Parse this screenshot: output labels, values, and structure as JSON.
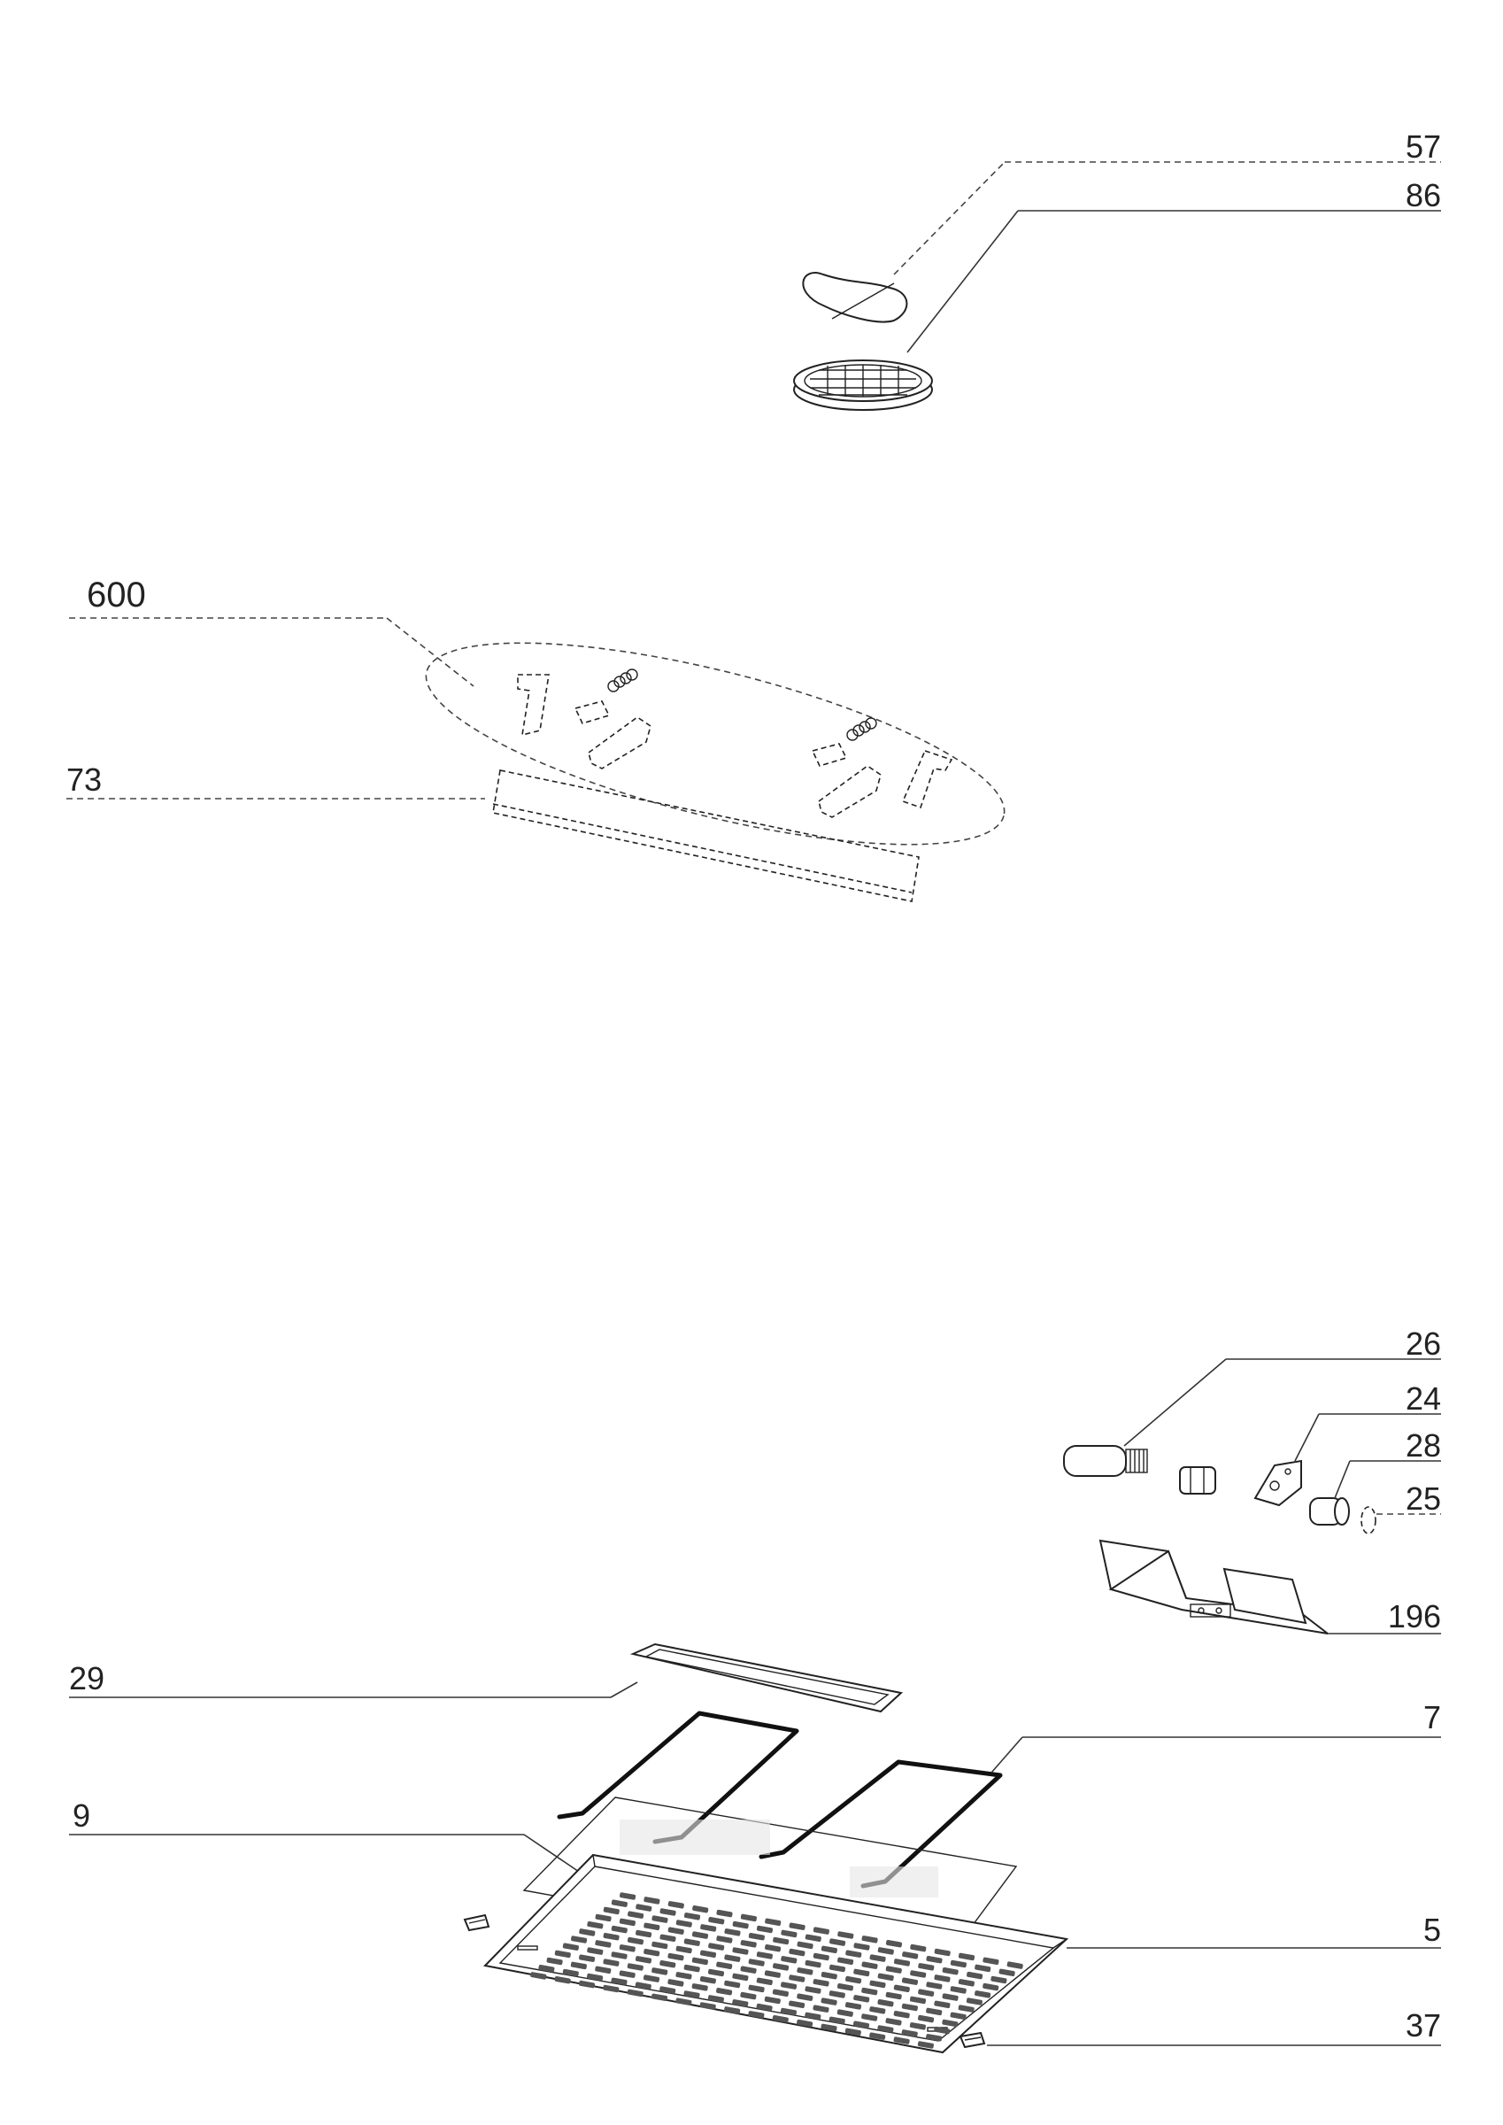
{
  "labels": {
    "p57": "57",
    "p86": "86",
    "p600": "600",
    "p73": "73",
    "p26": "26",
    "p24": "24",
    "p28": "28",
    "p25": "25",
    "p196": "196",
    "p29": "29",
    "p7": "7",
    "p9": "9",
    "p5": "5",
    "p37": "37"
  }
}
